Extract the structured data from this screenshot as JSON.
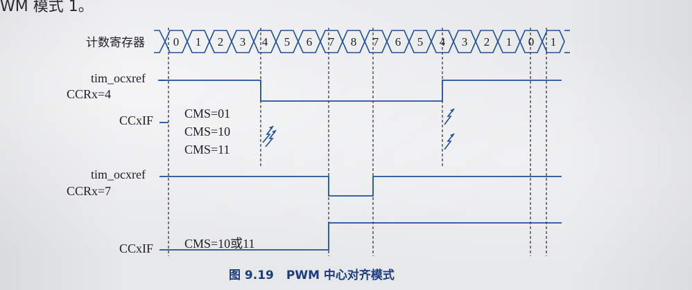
{
  "page": {
    "top_fragment": "WM 模式 1。"
  },
  "figure": {
    "number": "图 9.19",
    "title": "PWM 中心对齐模式"
  },
  "labels": {
    "counter": "计数寄存器",
    "ref1": "tim_ocxref",
    "ccr1": "CCRx=4",
    "ccxif1": "CCxIF",
    "cms1": "CMS=01",
    "cms2": "CMS=10",
    "cms3": "CMS=11",
    "ref2": "tim_ocxref",
    "ccr2": "CCRx=7",
    "ccxif2": "CCxIF",
    "cms4": "CMS=10或11"
  },
  "counter_values": [
    "0",
    "1",
    "2",
    "3",
    "4",
    "5",
    "6",
    "7",
    "8",
    "7",
    "6",
    "5",
    "4",
    "3",
    "2",
    "1",
    "0",
    "1"
  ],
  "colors": {
    "signal_line": "#1f4f9c",
    "dashed_line": "#2a2a30",
    "caption": "#1c3c7e",
    "flag_arrow": "#1f4f9c"
  }
}
